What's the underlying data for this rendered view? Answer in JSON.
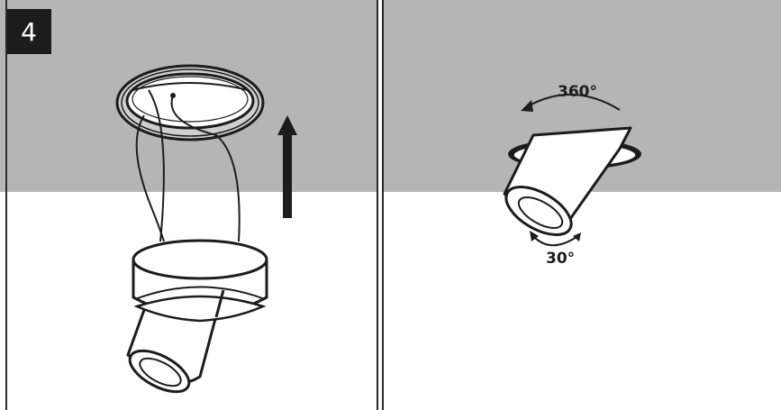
{
  "step": {
    "number": "4"
  },
  "annotations": {
    "rotation_horizontal": "360°",
    "rotation_tilt": "30°"
  },
  "colors": {
    "ceiling": "#b5b5b6",
    "ink": "#1c1c1c",
    "background": "#ffffff"
  },
  "icons": [
    "arrow-up-icon",
    "rotate-arrow-icon",
    "tilt-arrow-icon"
  ]
}
